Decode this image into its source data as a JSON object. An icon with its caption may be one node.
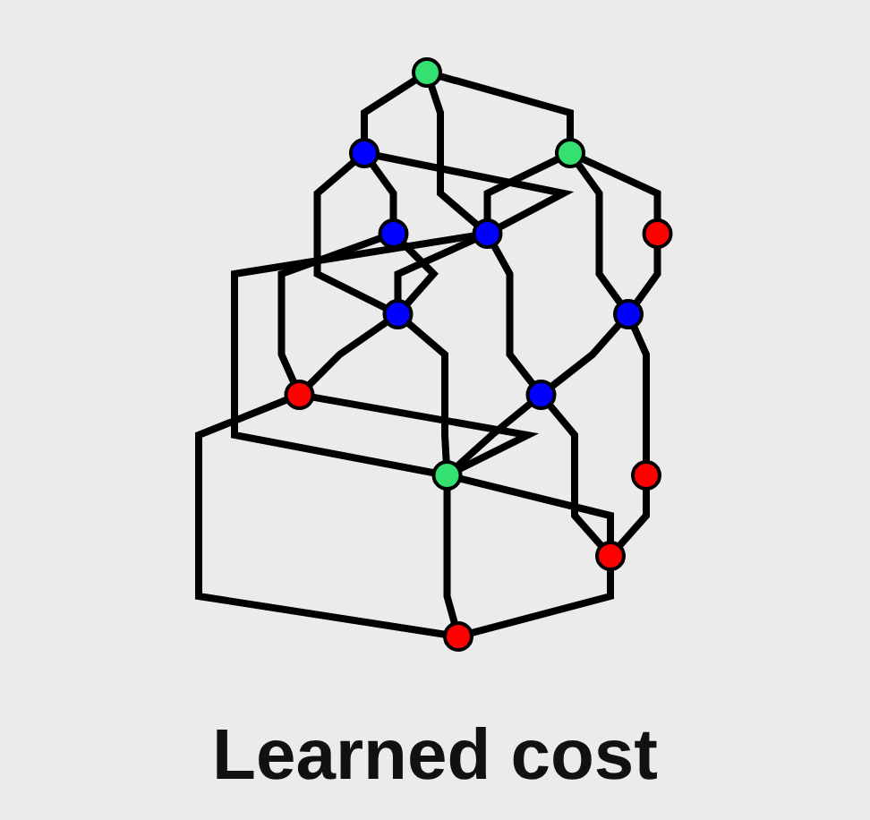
{
  "diagram": {
    "caption": "Learned cost",
    "nodes": [
      {
        "text": [],
        "shape": "circle"
      },
      {
        "text": [],
        "shape": "circle"
      },
      {
        "text": [],
        "shape": "circle"
      },
      {
        "text": [],
        "shape": "circle"
      },
      {
        "text": [],
        "shape": "circle"
      },
      {
        "text": [],
        "shape": "circle"
      },
      {
        "text": [],
        "shape": "circle"
      },
      {
        "text": [],
        "shape": "circle"
      },
      {
        "text": [],
        "shape": "circle"
      },
      {
        "text": [],
        "shape": "circle"
      },
      {
        "text": [],
        "shape": "circle"
      },
      {
        "text": [],
        "shape": "circle"
      },
      {
        "text": [],
        "shape": "circle"
      },
      {
        "text": [],
        "shape": "circle"
      }
    ],
    "edges": [
      {
        "from": 0,
        "to": 1,
        "arrow": "none"
      },
      {
        "from": 0,
        "to": 3,
        "arrow": "none"
      },
      {
        "from": 0,
        "to": 4,
        "arrow": "none"
      },
      {
        "from": 1,
        "to": 2,
        "arrow": "none"
      },
      {
        "from": 1,
        "to": 4,
        "arrow": "none"
      },
      {
        "from": 1,
        "to": 5,
        "arrow": "none"
      },
      {
        "from": 2,
        "to": 5,
        "arrow": "none"
      },
      {
        "from": 3,
        "to": 4,
        "arrow": "none"
      },
      {
        "from": 3,
        "to": 6,
        "arrow": "none"
      },
      {
        "from": 3,
        "to": 7,
        "arrow": "none"
      },
      {
        "from": 4,
        "to": 7,
        "arrow": "none"
      },
      {
        "from": 4,
        "to": 10,
        "arrow": "none"
      },
      {
        "from": 4,
        "to": 8,
        "arrow": "none"
      },
      {
        "from": 5,
        "to": 8,
        "arrow": "none"
      },
      {
        "from": 5,
        "to": 11,
        "arrow": "none"
      },
      {
        "from": 6,
        "to": 7,
        "arrow": "none"
      },
      {
        "from": 6,
        "to": 9,
        "arrow": "none"
      },
      {
        "from": 7,
        "to": 9,
        "arrow": "none"
      },
      {
        "from": 7,
        "to": 10,
        "arrow": "none"
      },
      {
        "from": 8,
        "to": 10,
        "arrow": "none"
      },
      {
        "from": 8,
        "to": 12,
        "arrow": "none"
      },
      {
        "from": 9,
        "to": 10,
        "arrow": "none"
      },
      {
        "from": 9,
        "to": 13,
        "arrow": "none"
      },
      {
        "from": 10,
        "to": 13,
        "arrow": "none"
      },
      {
        "from": 10,
        "to": 12,
        "arrow": "none"
      },
      {
        "from": 11,
        "to": 12,
        "arrow": "none"
      },
      {
        "from": 12,
        "to": 13,
        "arrow": "none"
      }
    ]
  }
}
